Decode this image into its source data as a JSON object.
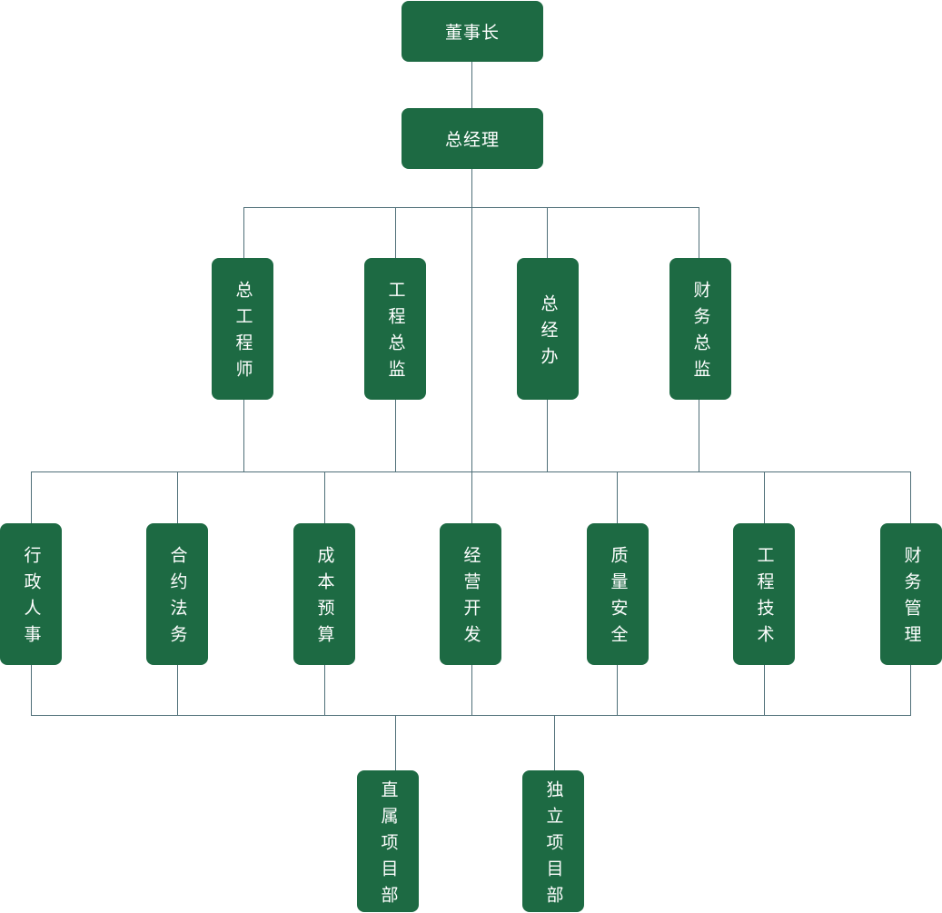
{
  "colors": {
    "node_fill": "#1d6a43",
    "node_text": "#ffffff",
    "connector": "#4f6f78"
  },
  "org_chart": {
    "chairman": "董事长",
    "general_manager": "总经理",
    "level3": {
      "chief_engineer": "总工程师",
      "engineering_supervisor": "工程总监",
      "gm_office": "总经办",
      "finance_director": "财务总监"
    },
    "departments": {
      "admin_hr": "行政人事",
      "contract_legal": "合约法务",
      "cost_budget": "成本预算",
      "business_dev": "经营开发",
      "quality_safety": "质量安全",
      "engineering_tech": "工程技术",
      "finance_mgmt": "财务管理"
    },
    "projects": {
      "direct": "直属项目部",
      "independent": "独立项目部"
    }
  }
}
